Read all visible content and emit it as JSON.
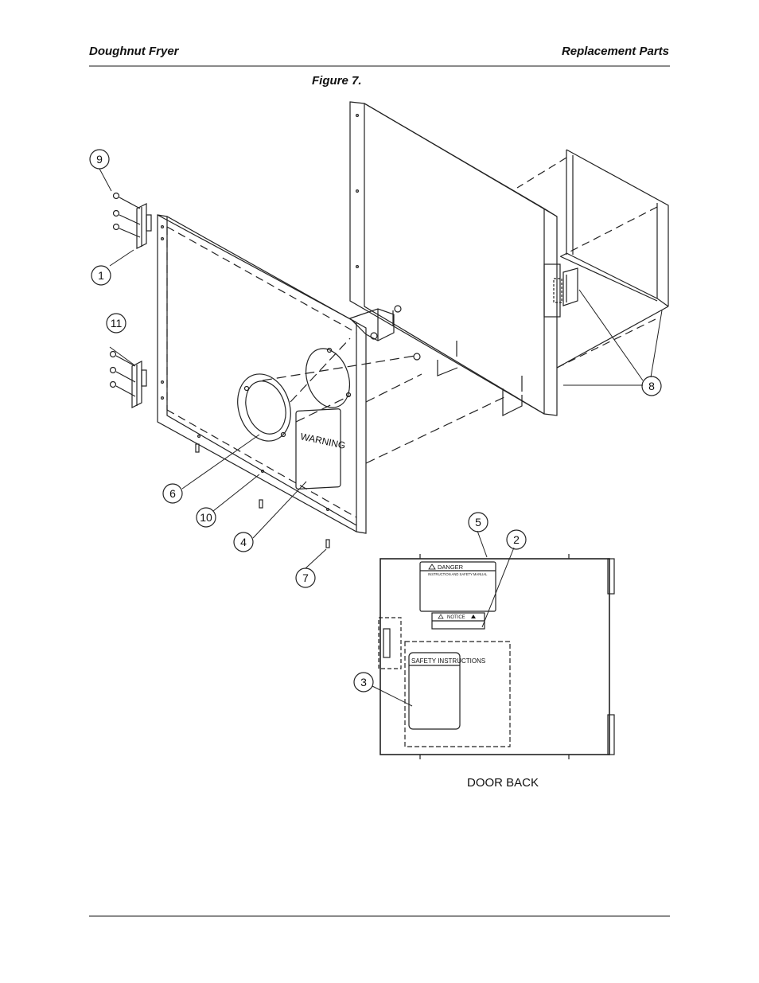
{
  "header": {
    "left": "Doughnut Fryer",
    "right": "Replacement Parts"
  },
  "figure": {
    "caption": "Figure 7."
  },
  "labels": {
    "warning": "WARNING",
    "danger": "DANGER",
    "danger_sub": "INSTRUCTION AND SAFETY MANUAL",
    "notice": "NOTICE",
    "safety": "SAFETY INSTRUCTIONS",
    "door_back": "DOOR BACK"
  },
  "callouts": [
    "9",
    "1",
    "11",
    "6",
    "10",
    "4",
    "7",
    "8",
    "5",
    "2",
    "3"
  ]
}
